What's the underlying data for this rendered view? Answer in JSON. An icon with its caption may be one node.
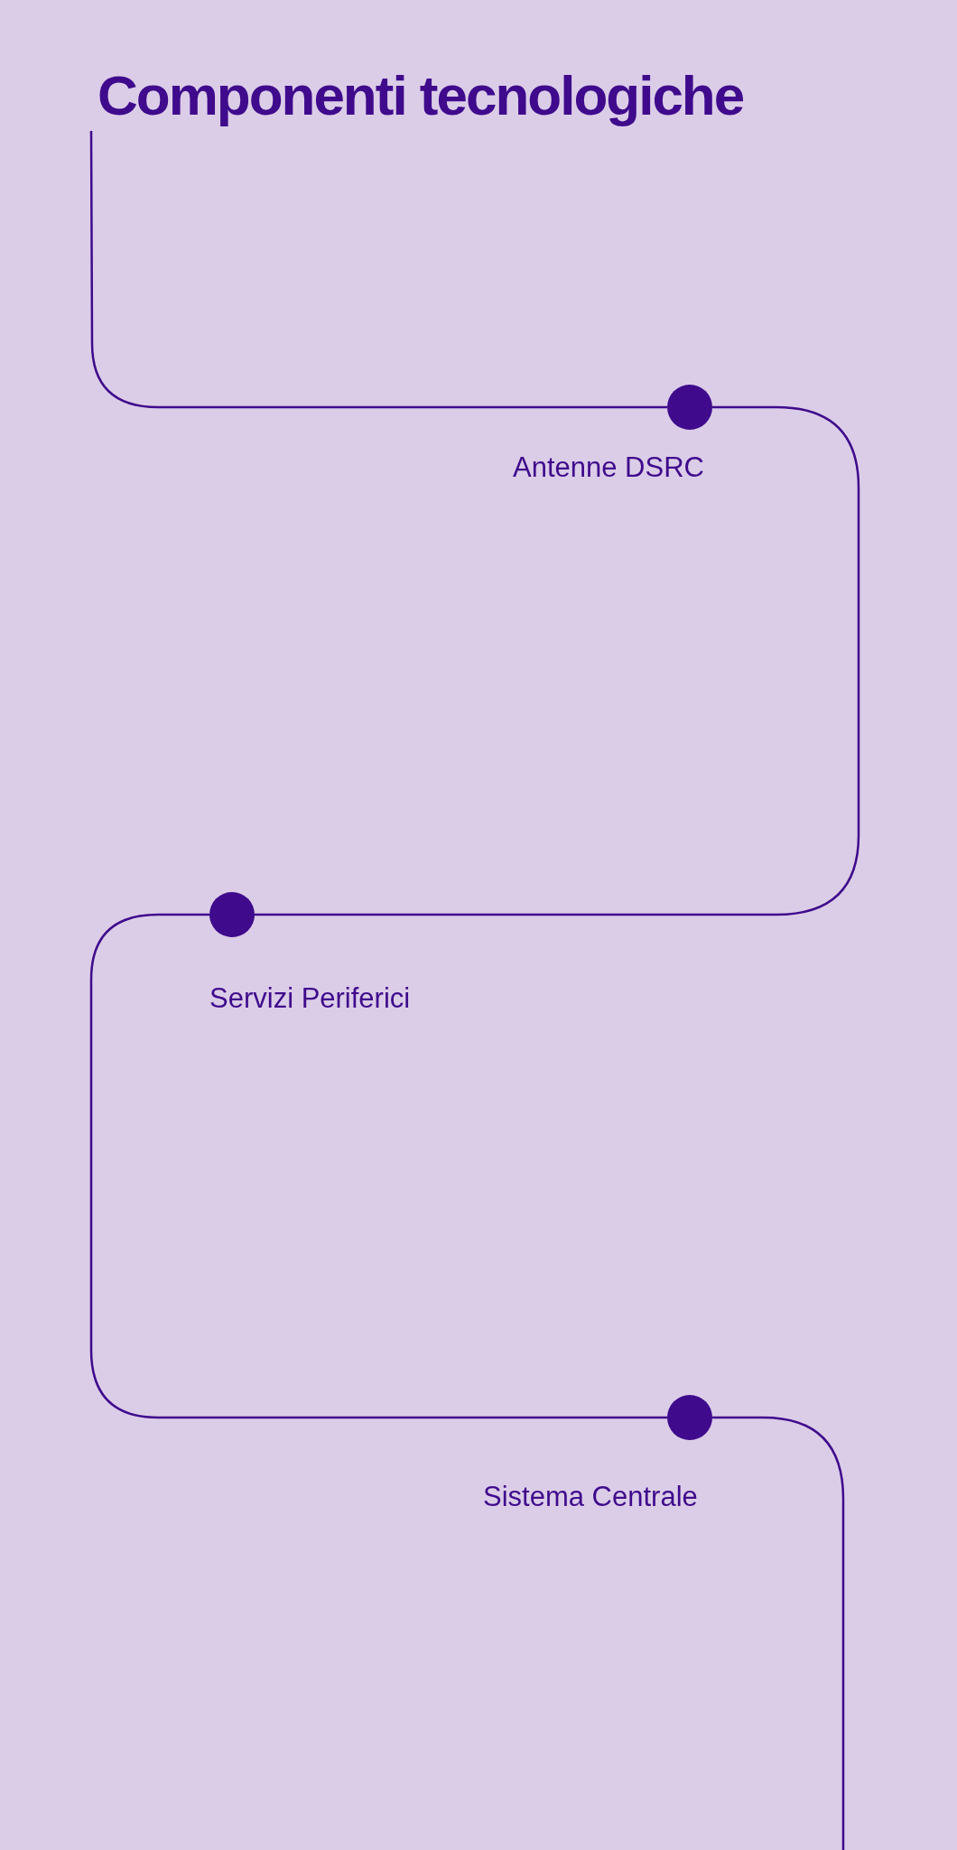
{
  "diagram": {
    "title": "Componenti tecnologiche",
    "nodes": [
      {
        "text": [],
        "shape": "circle",
        "beside": [
          "Antenne DSRC"
        ]
      },
      {
        "text": [],
        "shape": "circle",
        "beside": [
          "Servizi Periferici"
        ]
      },
      {
        "text": [],
        "shape": "circle",
        "beside": [
          "Sistema Centrale"
        ]
      }
    ],
    "edges": [
      {
        "from": null,
        "to": 0,
        "arrow": "none"
      },
      {
        "from": 0,
        "to": 1,
        "arrow": "none"
      },
      {
        "from": 1,
        "to": 2,
        "arrow": "none"
      },
      {
        "from": 2,
        "to": null,
        "arrow": "none"
      }
    ]
  }
}
